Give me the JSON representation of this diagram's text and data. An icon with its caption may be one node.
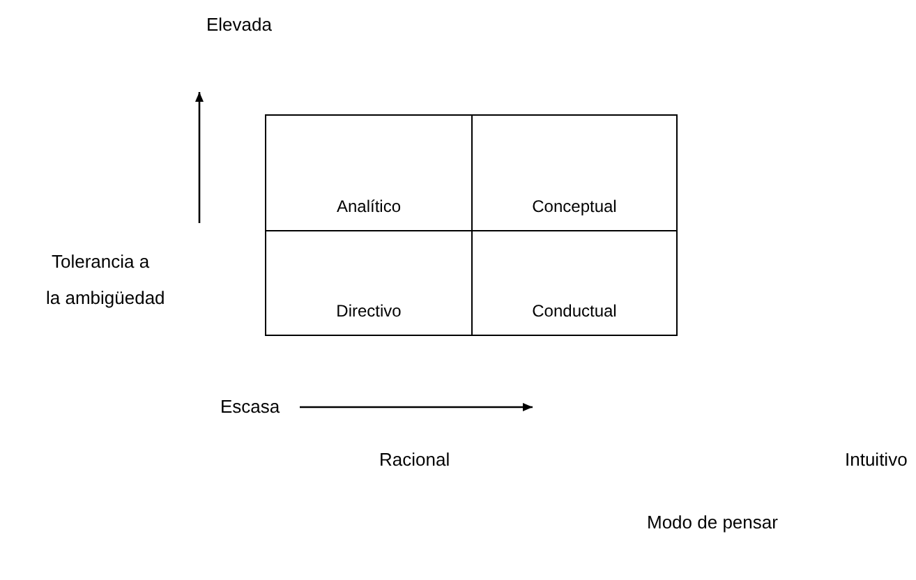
{
  "diagram": {
    "nodes": [
      {
        "text": [
          "Analítico"
        ]
      },
      {
        "text": [
          "Conceptual"
        ]
      },
      {
        "text": [
          "Directivo"
        ]
      },
      {
        "text": [
          "Conductual"
        ]
      }
    ],
    "labels": [
      "Elevada",
      "Tolerancia a",
      "la ambigüedad",
      "Escasa",
      "Racional",
      "Intuitivo",
      "Modo de pensar"
    ]
  }
}
